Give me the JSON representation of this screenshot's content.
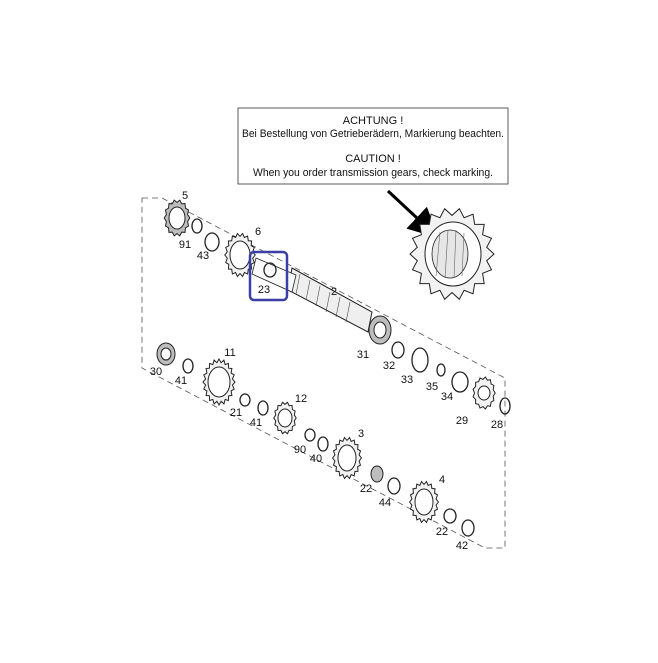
{
  "notice": {
    "line1": "ACHTUNG !",
    "line2": "Bei Bestellung von Getrieberädern, Markierung beachten.",
    "line3": "CAUTION !",
    "line4": "When you order transmission gears, check marking."
  },
  "highlight_color": "#3a3fa8",
  "parts": {
    "p5": "5",
    "p91": "91",
    "p43": "43",
    "p6": "6",
    "p23": "23",
    "p2": "2",
    "p31": "31",
    "p32": "32",
    "p33": "33",
    "p35": "35",
    "p34": "34",
    "p29": "29",
    "p28": "28",
    "p30": "30",
    "p41a": "41",
    "p11": "11",
    "p21": "21",
    "p41b": "41",
    "p12": "12",
    "p90": "90",
    "p40": "40",
    "p3": "3",
    "p22a": "22",
    "p44": "44",
    "p4": "4",
    "p22b": "22",
    "p42": "42"
  }
}
